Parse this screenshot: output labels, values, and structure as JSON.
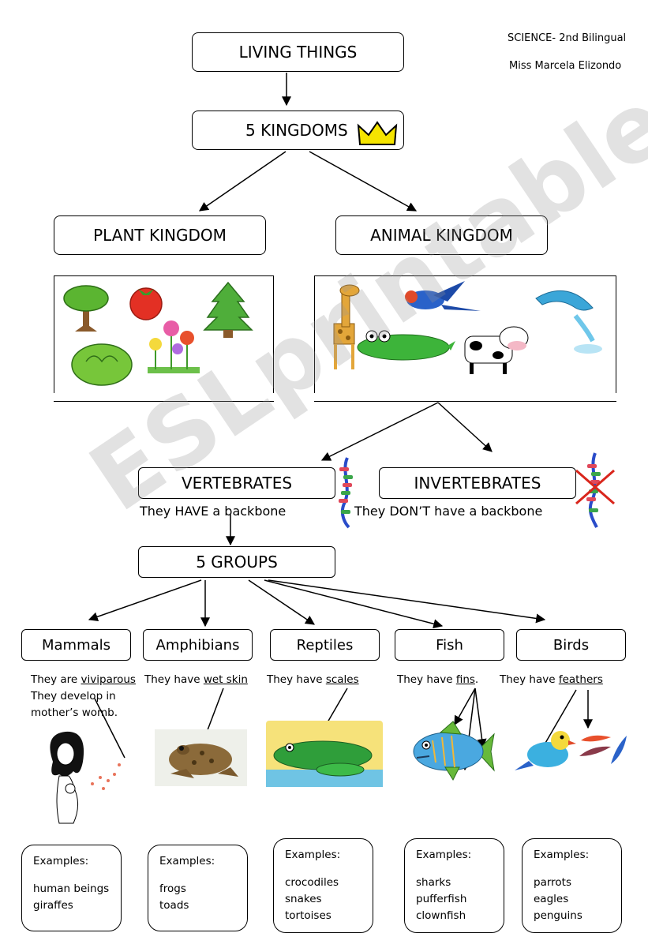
{
  "header": {
    "subject": "SCIENCE- 2nd Bilingual",
    "teacher": "Miss Marcela Elizondo"
  },
  "nodes": {
    "living_things": "LIVING THINGS",
    "five_kingdoms": "5 KINGDOMS",
    "plant_kingdom": "PLANT KINGDOM",
    "animal_kingdom": "ANIMAL KINGDOM",
    "vertebrates": "VERTEBRATES",
    "invertebrates": "INVERTEBRATES",
    "five_groups": "5 GROUPS"
  },
  "notes": {
    "vertebrates": "They HAVE a backbone",
    "invertebrates": "They DON’T have a backbone"
  },
  "groups": [
    {
      "name": "Mammals",
      "pre": "They are ",
      "key": "viviparous",
      "post": "",
      "extra": [
        "They develop in",
        "mother’s womb."
      ],
      "examples_title": "Examples:",
      "examples": [
        "human beings",
        "giraffes"
      ]
    },
    {
      "name": "Amphibians",
      "pre": "They have ",
      "key": "wet skin",
      "post": "",
      "extra": [],
      "examples_title": "Examples:",
      "examples": [
        "frogs",
        "toads"
      ]
    },
    {
      "name": "Reptiles",
      "pre": "They have ",
      "key": "scales",
      "post": "",
      "extra": [],
      "examples_title": "Examples:",
      "examples": [
        "crocodiles",
        "snakes",
        "tortoises"
      ]
    },
    {
      "name": "Fish",
      "pre": "They have ",
      "key": "fins",
      "post": ".",
      "extra": [],
      "examples_title": "Examples:",
      "examples": [
        "sharks",
        "pufferfish",
        "clownfish"
      ]
    },
    {
      "name": "Birds",
      "pre": "They have ",
      "key": "feathers",
      "post": "",
      "extra": [],
      "examples_title": "Examples:",
      "examples": [
        "parrots",
        "eagles",
        "penguins"
      ]
    }
  ],
  "watermark": "ESLprintables.com",
  "icons": {
    "crown": "crown-icon",
    "spine": "spine-icon",
    "no_spine": "crossed-spine-icon"
  },
  "colors": {
    "crown": "#f5e400",
    "cross": "#d9261c",
    "plant_green": "#3f9a2a",
    "watermark": "#969696"
  }
}
